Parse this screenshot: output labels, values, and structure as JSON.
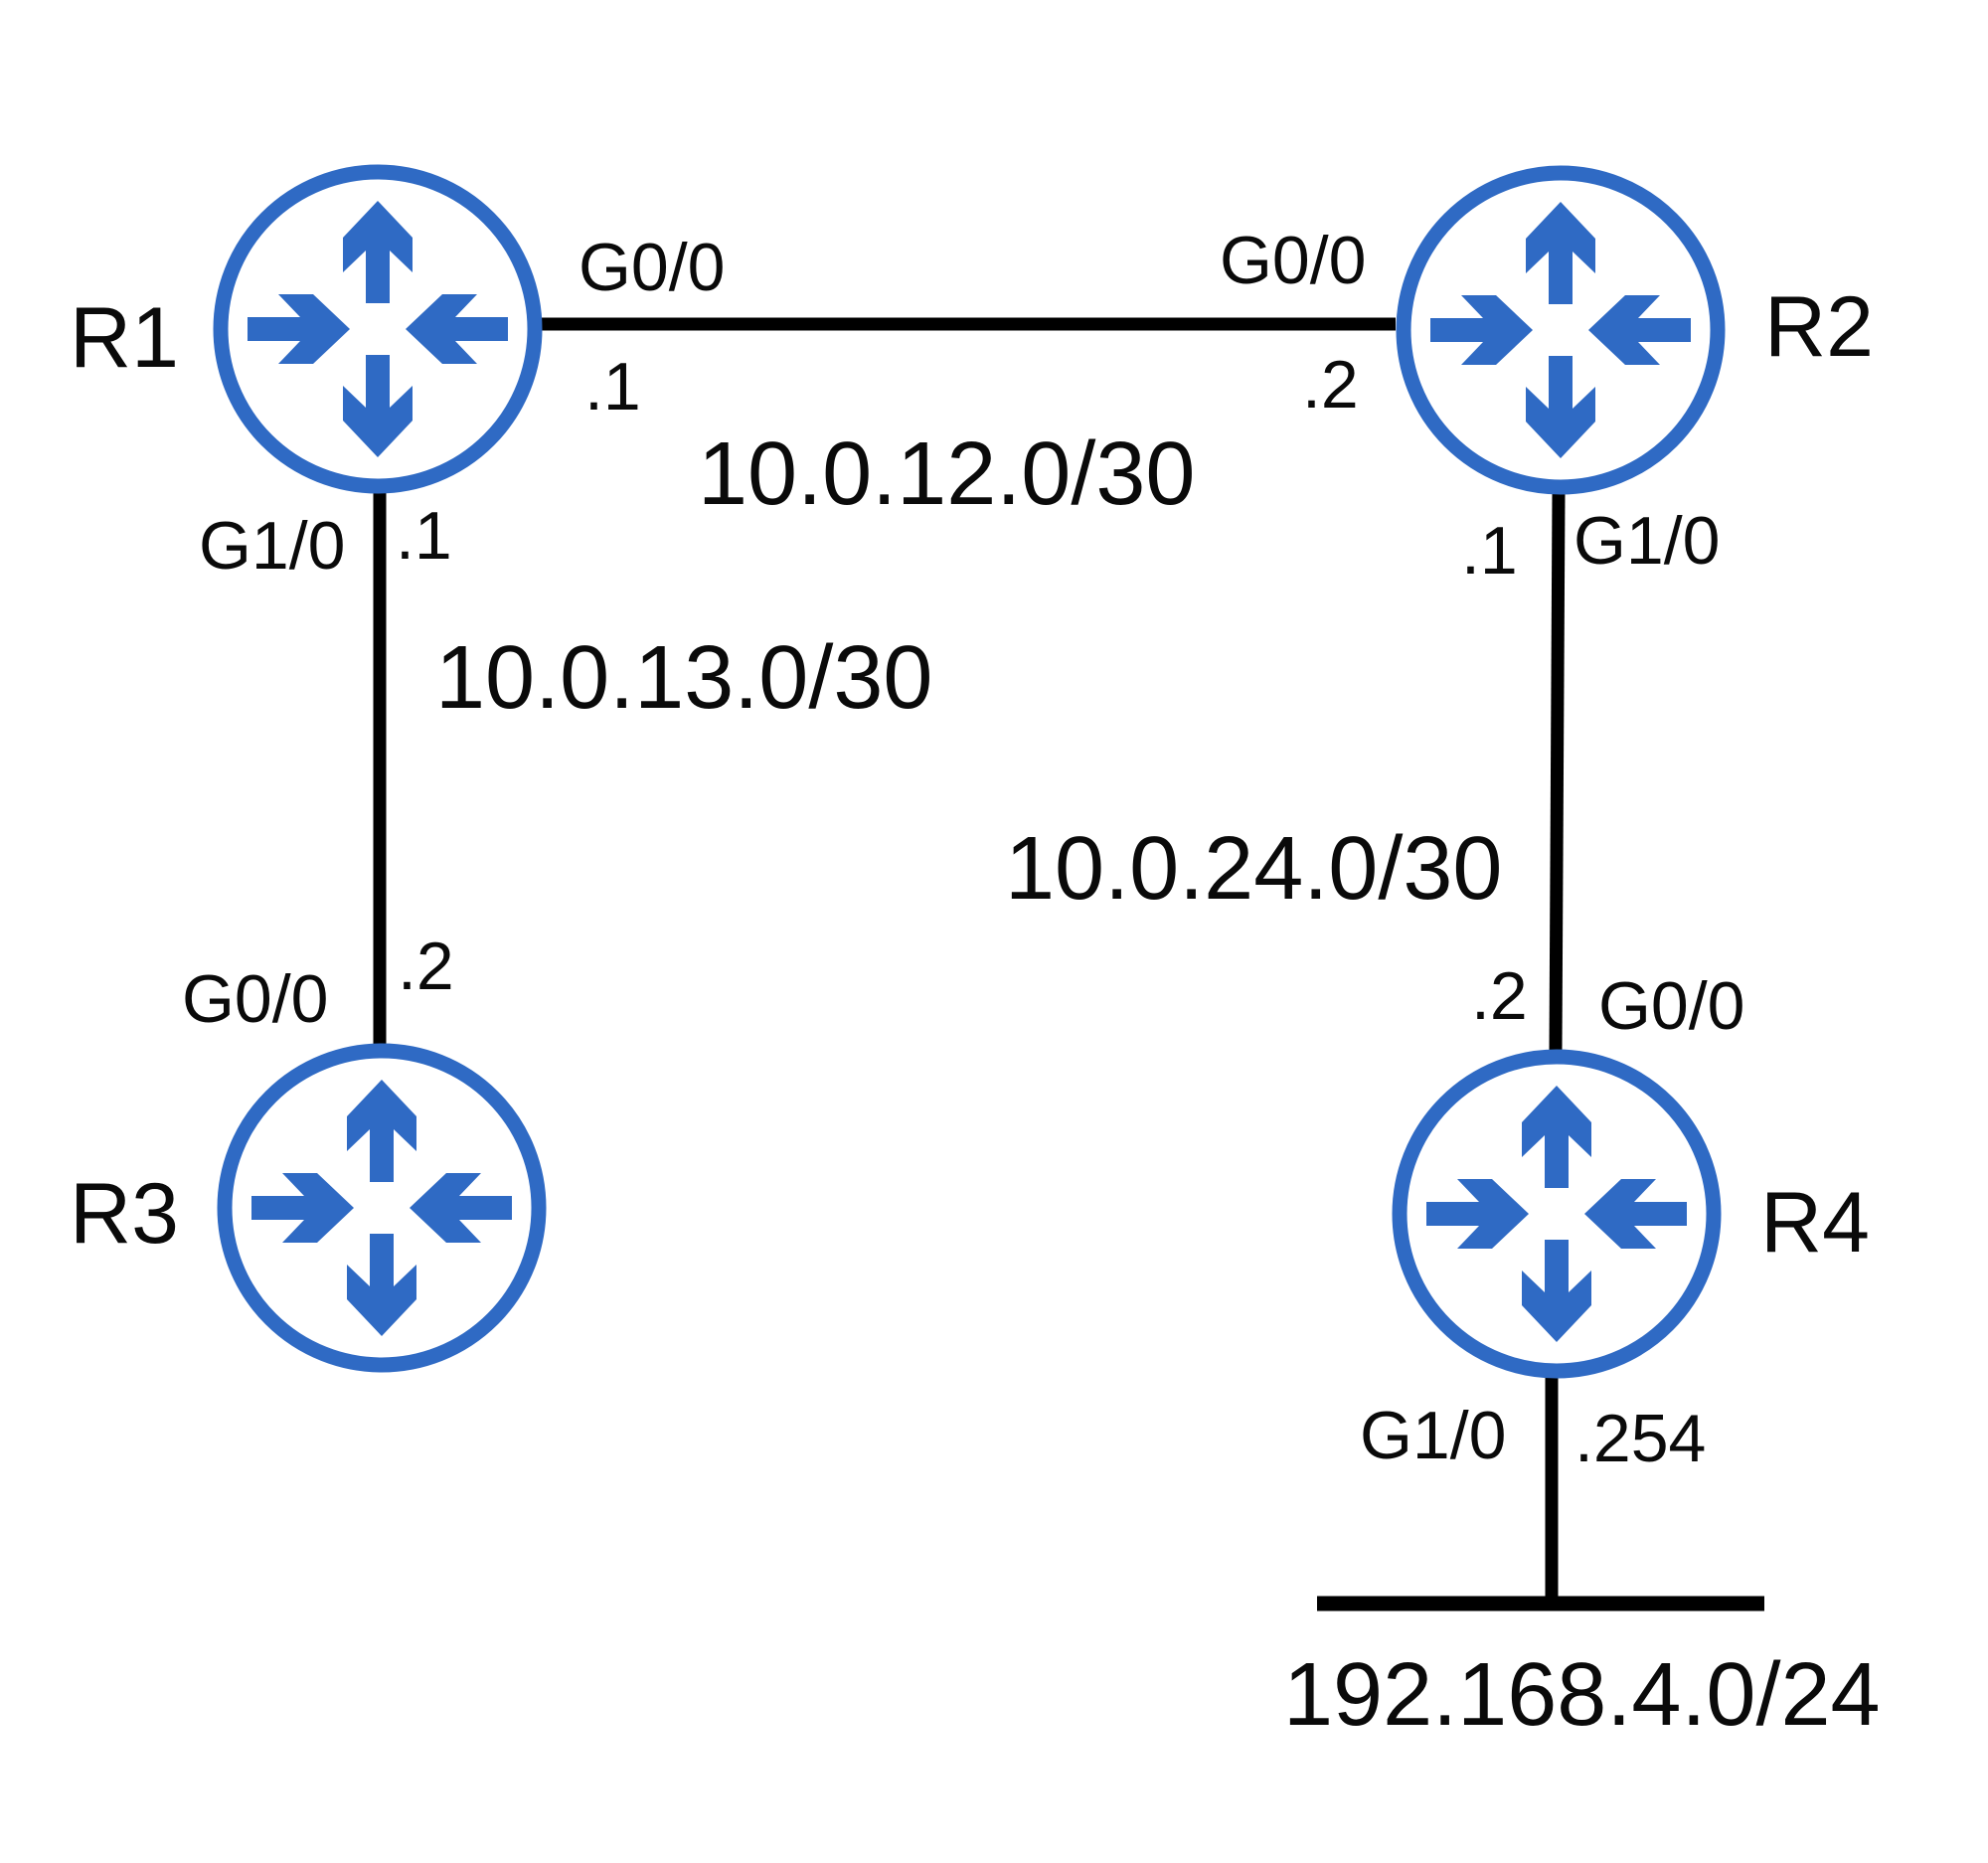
{
  "colors": {
    "router": "#2f6ac4",
    "link": "#000000",
    "text": "#0a0a0a",
    "background": "#ffffff"
  },
  "routers": [
    {
      "id": "R1",
      "name": "R1",
      "icon": "router-icon"
    },
    {
      "id": "R2",
      "name": "R2",
      "icon": "router-icon"
    },
    {
      "id": "R3",
      "name": "R3",
      "icon": "router-icon"
    },
    {
      "id": "R4",
      "name": "R4",
      "icon": "router-icon"
    }
  ],
  "links": [
    {
      "id": "r1-r2",
      "subnet": "10.0.12.0/30",
      "a": {
        "router": "R1",
        "interface": "G0/0",
        "host": ".1"
      },
      "b": {
        "router": "R2",
        "interface": "G0/0",
        "host": ".2"
      }
    },
    {
      "id": "r1-r3",
      "subnet": "10.0.13.0/30",
      "a": {
        "router": "R1",
        "interface": "G1/0",
        "host": ".1"
      },
      "b": {
        "router": "R3",
        "interface": "G0/0",
        "host": ".2"
      }
    },
    {
      "id": "r2-r4",
      "subnet": "10.0.24.0/30",
      "a": {
        "router": "R2",
        "interface": "G1/0",
        "host": ".1"
      },
      "b": {
        "router": "R4",
        "interface": "G0/0",
        "host": ".2"
      }
    },
    {
      "id": "r4-lan",
      "subnet": "192.168.4.0/24",
      "a": {
        "router": "R4",
        "interface": "G1/0",
        "host": ".254"
      }
    }
  ]
}
